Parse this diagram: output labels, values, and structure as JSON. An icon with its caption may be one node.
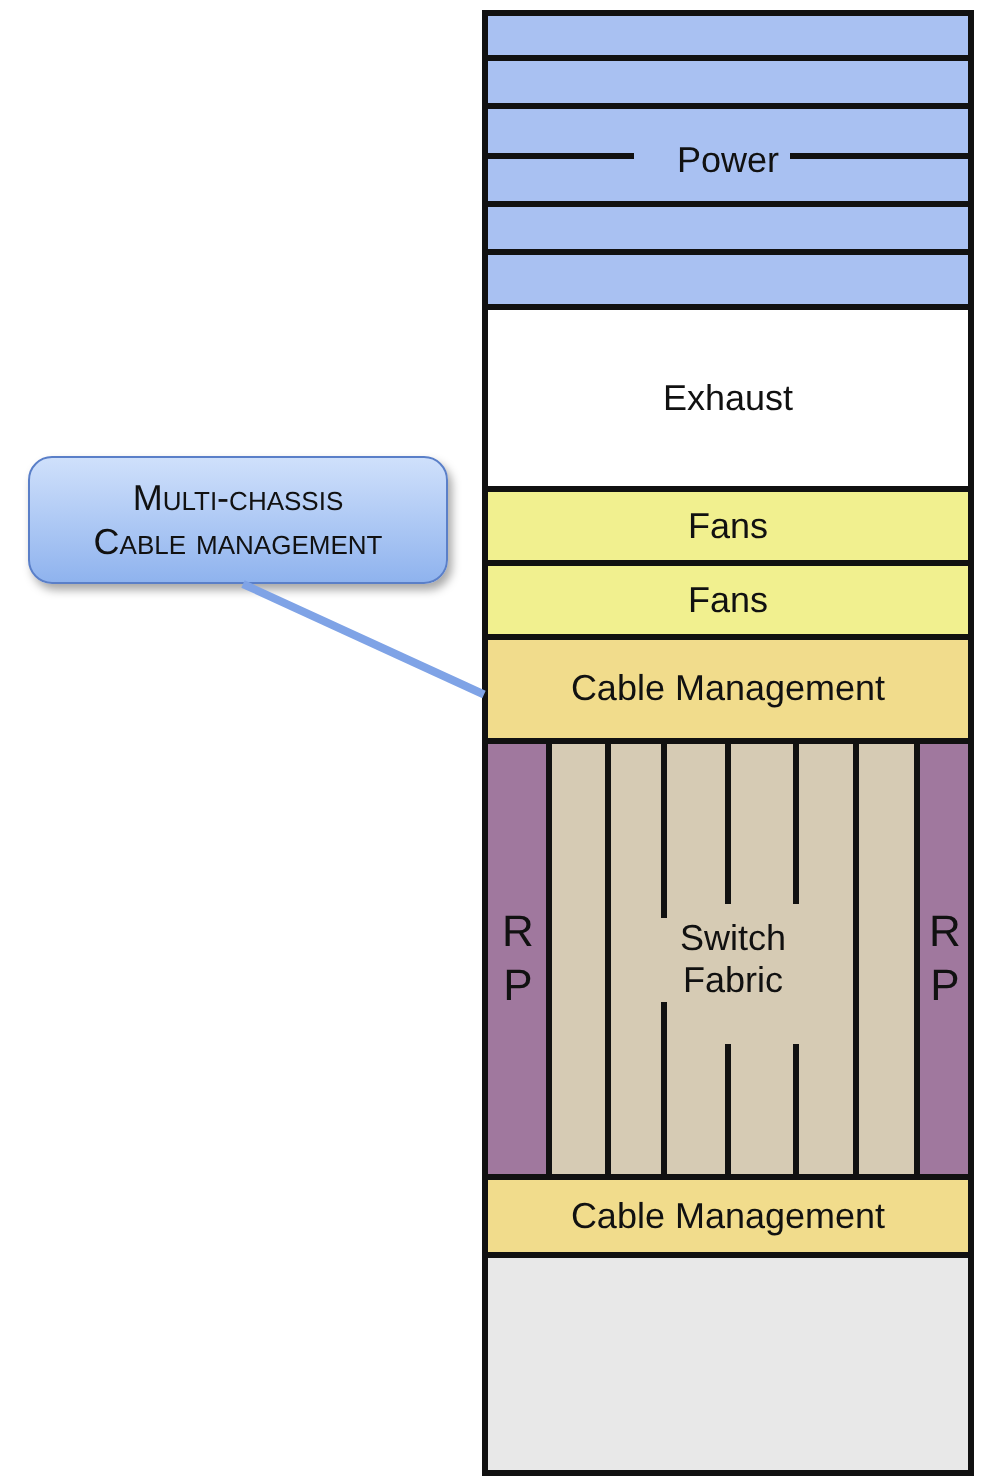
{
  "diagram": {
    "nodes": [
      {
        "text": [
          "Power"
        ]
      },
      {
        "text": [
          "Exhaust"
        ]
      },
      {
        "text": [
          "Fans"
        ]
      },
      {
        "text": [
          "Fans"
        ]
      },
      {
        "text": [
          "Cable Management"
        ]
      },
      {
        "text": [
          "RP"
        ]
      },
      {
        "text": [
          "Switch Fabric"
        ]
      },
      {
        "text": [
          "RP"
        ]
      },
      {
        "text": [
          "Cable Management"
        ]
      },
      {
        "text": [],
        "shape": "box"
      },
      {
        "text": [
          "Multi-chassis Cable management"
        ]
      }
    ],
    "edges": [
      {
        "from": 10,
        "to": 4,
        "arrow": "none"
      }
    ]
  }
}
